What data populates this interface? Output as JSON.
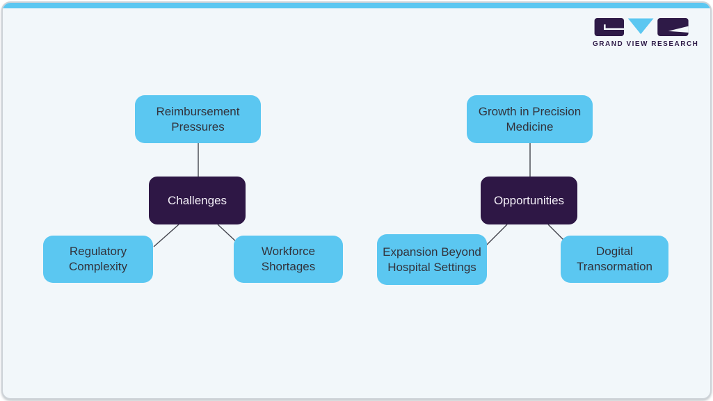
{
  "header": {
    "logo": {
      "brand": "GRAND VIEW RESEARCH"
    }
  },
  "colors": {
    "accent_cyan": "#5bc7f1",
    "dark_purple": "#2e1745",
    "logo_purple": "#2e1a47",
    "node_text": "#32333c",
    "card_background": "#f2f7fa",
    "connector": "#43444d"
  },
  "diagram": {
    "groups": [
      {
        "name": "challenges",
        "root": {
          "label": "Challenges"
        },
        "children": [
          {
            "label": "Reimbursement Pressures"
          },
          {
            "label": "Regulatory Complexity"
          },
          {
            "label": "Workforce Shortages"
          }
        ]
      },
      {
        "name": "opportunities",
        "root": {
          "label": "Opportunities"
        },
        "children": [
          {
            "label": "Growth in Precision Medicine"
          },
          {
            "label": "Expansion Beyond Hospital Settings"
          },
          {
            "label": "Dogital Transormation"
          }
        ]
      }
    ]
  }
}
